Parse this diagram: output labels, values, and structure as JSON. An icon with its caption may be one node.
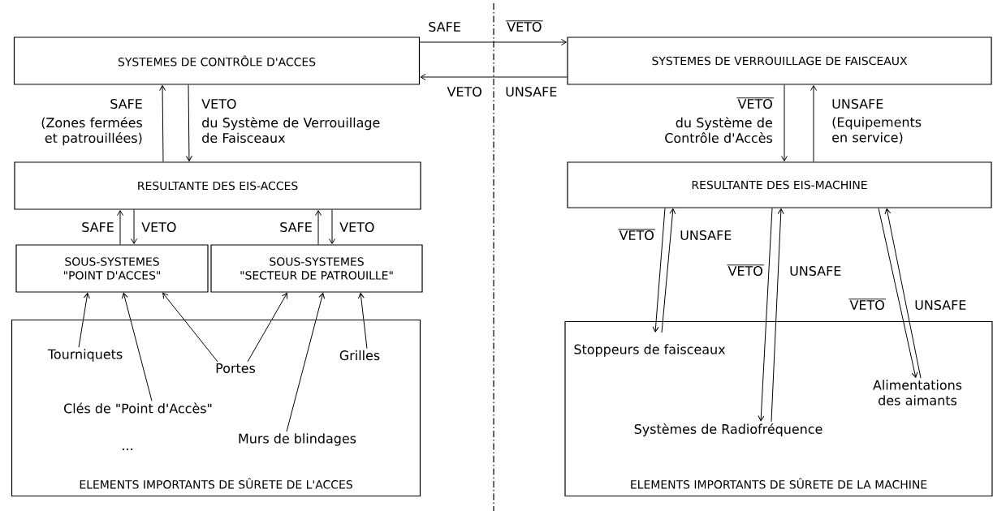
{
  "diagram": {
    "nodes": [
      {
        "text": [
          "SYSTEMES DE CONTRÔLE D'ACCES"
        ]
      },
      {
        "text": [
          "SYSTEMES DE VERROUILLAGE DE FAISCEAUX"
        ]
      },
      {
        "text": [
          "RESULTANTE DES EIS-ACCES"
        ]
      },
      {
        "text": [
          "RESULTANTE DES EIS-MACHINE"
        ]
      },
      {
        "text": [
          "SOUS-SYSTEMES",
          "\"POINT D'ACCES\""
        ]
      },
      {
        "text": [
          "SOUS-SYSTEMES",
          "\"SECTEUR DE PATROUILLE\""
        ]
      },
      {
        "text": [
          "ELEMENTS IMPORTANTS DE SÛRETE DE L'ACCES"
        ]
      },
      {
        "text": [
          "ELEMENTS IMPORTANTS DE SÛRETE DE LA MACHINE"
        ]
      },
      {
        "text": [
          "Tourniquets"
        ],
        "in": 6
      },
      {
        "text": [
          "Portes"
        ],
        "in": 6
      },
      {
        "text": [
          "Grilles"
        ],
        "in": 6
      },
      {
        "text": [
          "Clés de \"Point d'Accès\""
        ],
        "in": 6
      },
      {
        "text": [
          "Murs de blindages"
        ],
        "in": 6
      },
      {
        "text": [
          "Stoppeurs de faisceaux"
        ],
        "in": 7
      },
      {
        "text": [
          "Systèmes de Radiofréquence"
        ],
        "in": 7
      },
      {
        "text": [
          "Alimentations des aimants"
        ],
        "in": 7
      }
    ],
    "edges": [
      {
        "from": 0,
        "to": 1,
        "arrow": "to",
        "label": "SAFE"
      },
      {
        "from": 1,
        "to": 0,
        "arrow": "to",
        "label": "UNSAFE"
      },
      {
        "from": 2,
        "to": 0,
        "arrow": "to",
        "label": "SAFE"
      },
      {
        "from": 0,
        "to": 2,
        "arrow": "to",
        "label": "VETO"
      },
      {
        "from": 1,
        "to": 3,
        "arrow": "to",
        "label": "VETO"
      },
      {
        "from": 3,
        "to": 1,
        "arrow": "to",
        "label": "UNSAFE"
      },
      {
        "from": 4,
        "to": 2,
        "arrow": "to",
        "label": "SAFE"
      },
      {
        "from": 2,
        "to": 4,
        "arrow": "to",
        "label": "VETO"
      },
      {
        "from": 5,
        "to": 2,
        "arrow": "to",
        "label": "SAFE"
      },
      {
        "from": 2,
        "to": 5,
        "arrow": "to",
        "label": "VETO"
      },
      {
        "from": 8,
        "to": 4,
        "arrow": "to"
      },
      {
        "from": 11,
        "to": 4,
        "arrow": "to"
      },
      {
        "from": 9,
        "to": 4,
        "arrow": "to"
      },
      {
        "from": 9,
        "to": 5,
        "arrow": "to"
      },
      {
        "from": 12,
        "to": 5,
        "arrow": "to"
      },
      {
        "from": 10,
        "to": 5,
        "arrow": "to"
      },
      {
        "from": 3,
        "to": 13,
        "arrow": "to",
        "label": "VETO"
      },
      {
        "from": 13,
        "to": 3,
        "arrow": "to",
        "label": "UNSAFE"
      },
      {
        "from": 3,
        "to": 14,
        "arrow": "to",
        "label": "VETO"
      },
      {
        "from": 14,
        "to": 3,
        "arrow": "to",
        "label": "UNSAFE"
      },
      {
        "from": 3,
        "to": 15,
        "arrow": "to",
        "label": "VETO"
      },
      {
        "from": 15,
        "to": 3,
        "arrow": "to",
        "label": "UNSAFE"
      }
    ],
    "labels": [
      "VETO",
      "VETO",
      "(Zones fermées et patrouillées)",
      "du Système de Verrouillage de Faisceaux",
      "du Système de Contrôle d'Accès",
      "(Equipements en service)",
      "..."
    ]
  }
}
